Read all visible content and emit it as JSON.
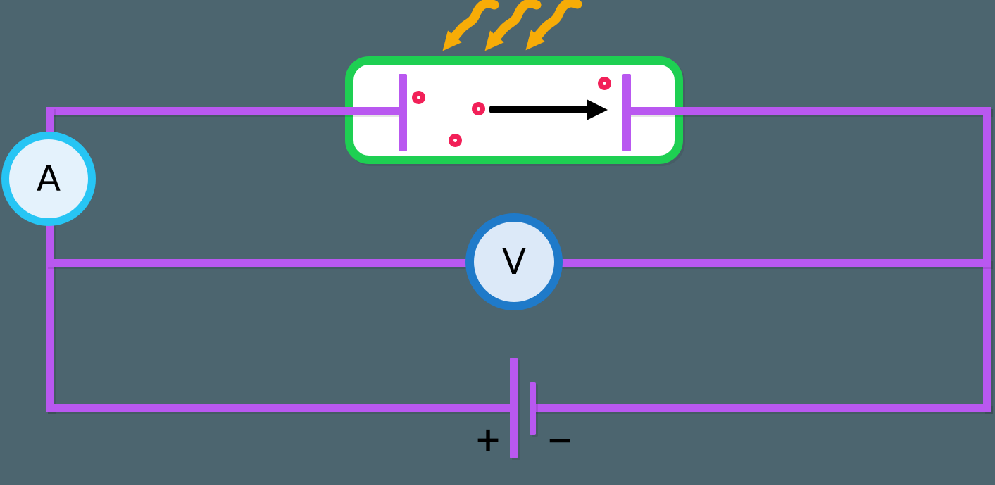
{
  "colors": {
    "background": "#4c656f",
    "wire": "#b958f0",
    "tube_border": "#1ecf52",
    "tube_fill": "#ffffff",
    "ammeter_border": "#27c5f4",
    "ammeter_fill": "#e4f2fc",
    "voltmeter_border": "#1f7ac9",
    "voltmeter_fill": "#dce9f8",
    "electron": "#f22058",
    "light_ray": "#f7ac07",
    "ink": "#000000"
  },
  "components": {
    "ammeter": {
      "label": "A"
    },
    "voltmeter": {
      "label": "V"
    },
    "battery": {
      "positive_label": "+",
      "negative_label": "−"
    },
    "photocell": {
      "electron_count": 4,
      "light_ray_count": 3
    }
  }
}
